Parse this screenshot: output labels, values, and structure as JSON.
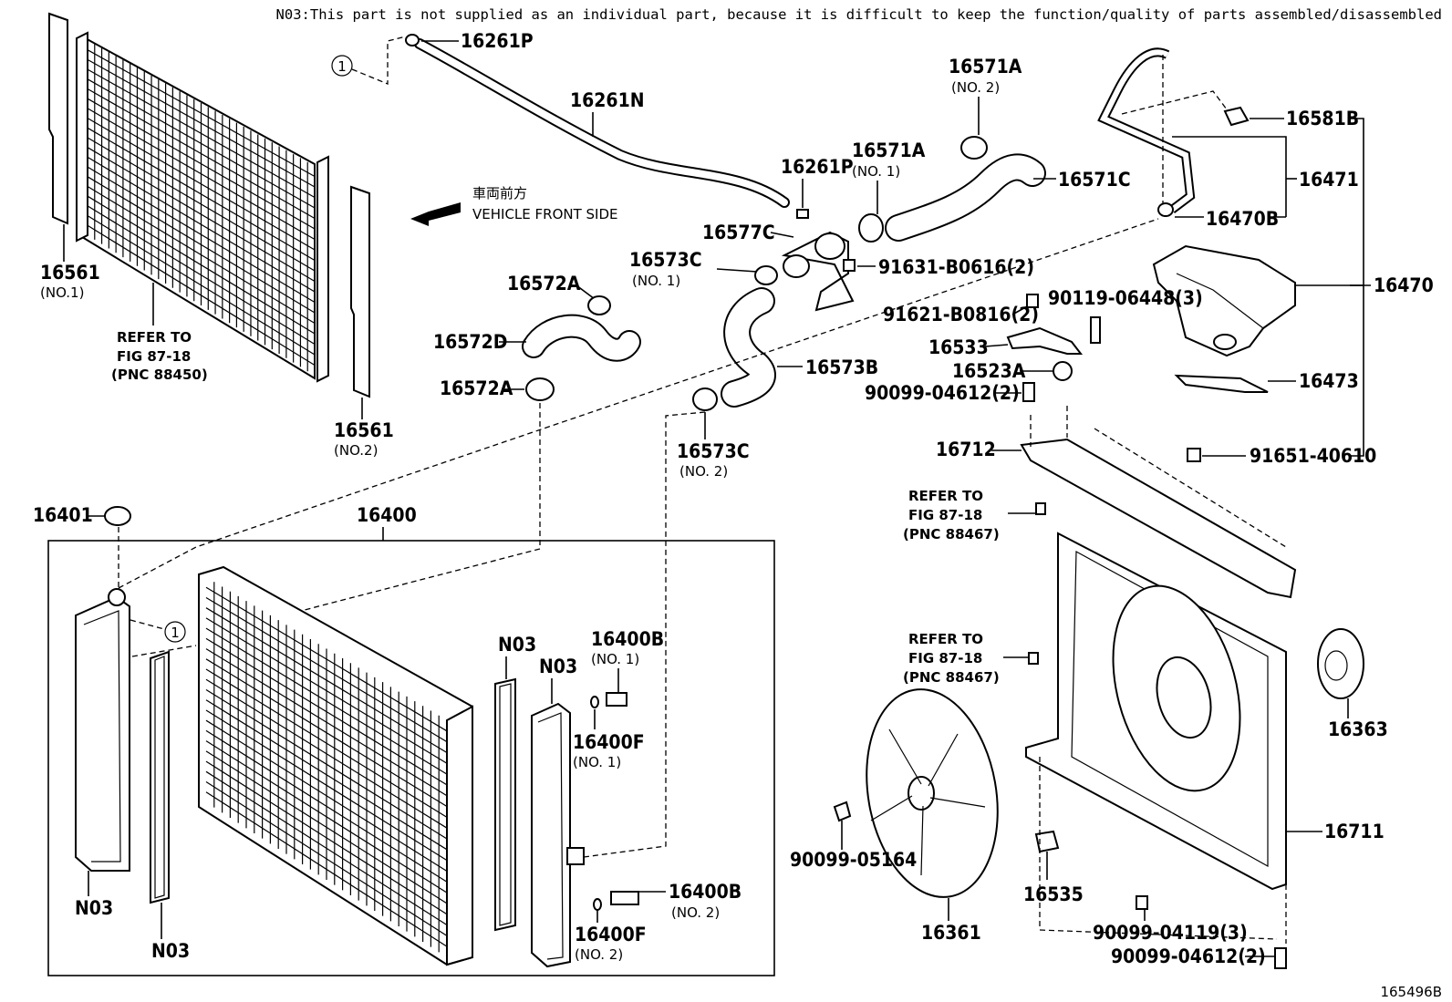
{
  "note": "N03:This part is not supplied as an individual part, because it is difficult to keep the function/quality of parts assembled/disassembled",
  "direction": {
    "jp": "車両前方",
    "en": "VEHICLE FRONT SIDE"
  },
  "figure_id": "165496B",
  "circle_ref": "1",
  "labels": {
    "p16261P_a": "16261P",
    "p16261N": "16261N",
    "p16261P_b": "16261P",
    "p16571A_a": "16571A",
    "p16571A_a_sub": "(NO. 2)",
    "p16571A_b": "16571A",
    "p16571A_b_sub": "(NO. 1)",
    "p16571C": "16571C",
    "p16577C": "16577C",
    "p16573C_a": "16573C",
    "p16573C_a_sub": "(NO. 1)",
    "p91631": "91631-B0616(2)",
    "p16572A_a": "16572A",
    "p16572D": "16572D",
    "p16572A_b": "16572A",
    "p16573B": "16573B",
    "p16573C_b": "16573C",
    "p16573C_b_sub": "(NO. 2)",
    "p16581B": "16581B",
    "p16471": "16471",
    "p16470B": "16470B",
    "p16470": "16470",
    "p91621": "91621-B0816(2)",
    "p90119": "90119-06448(3)",
    "p16533": "16533",
    "p16523A": "16523A",
    "p90099_04612_a": "90099-04612(2)",
    "p16473": "16473",
    "p16712": "16712",
    "p91651": "91651-40610",
    "p16561_a": "16561",
    "p16561_a_sub": "(NO.1)",
    "p16561_b": "16561",
    "p16561_b_sub": "(NO.2)",
    "refer_88450": [
      "REFER TO",
      "FIG 87-18",
      "(PNC 88450)"
    ],
    "refer_88467_a": [
      "REFER TO",
      "FIG 87-18",
      "(PNC 88467)"
    ],
    "refer_88467_b": [
      "REFER TO",
      "FIG 87-18",
      "(PNC 88467)"
    ],
    "p16401": "16401",
    "p16400": "16400",
    "n03_a": "N03",
    "n03_b": "N03",
    "n03_c": "N03",
    "n03_d": "N03",
    "p16400B_a": "16400B",
    "p16400B_a_sub": "(NO. 1)",
    "p16400F_a": "16400F",
    "p16400F_a_sub": "(NO. 1)",
    "p16400B_b": "16400B",
    "p16400B_b_sub": "(NO. 2)",
    "p16400F_b": "16400F",
    "p16400F_b_sub": "(NO. 2)",
    "p16363": "16363",
    "p90099_05164": "90099-05164",
    "p16361": "16361",
    "p16535": "16535",
    "p16711": "16711",
    "p90099_04119": "90099-04119(3)",
    "p90099_04612_b": "90099-04612(2)"
  }
}
